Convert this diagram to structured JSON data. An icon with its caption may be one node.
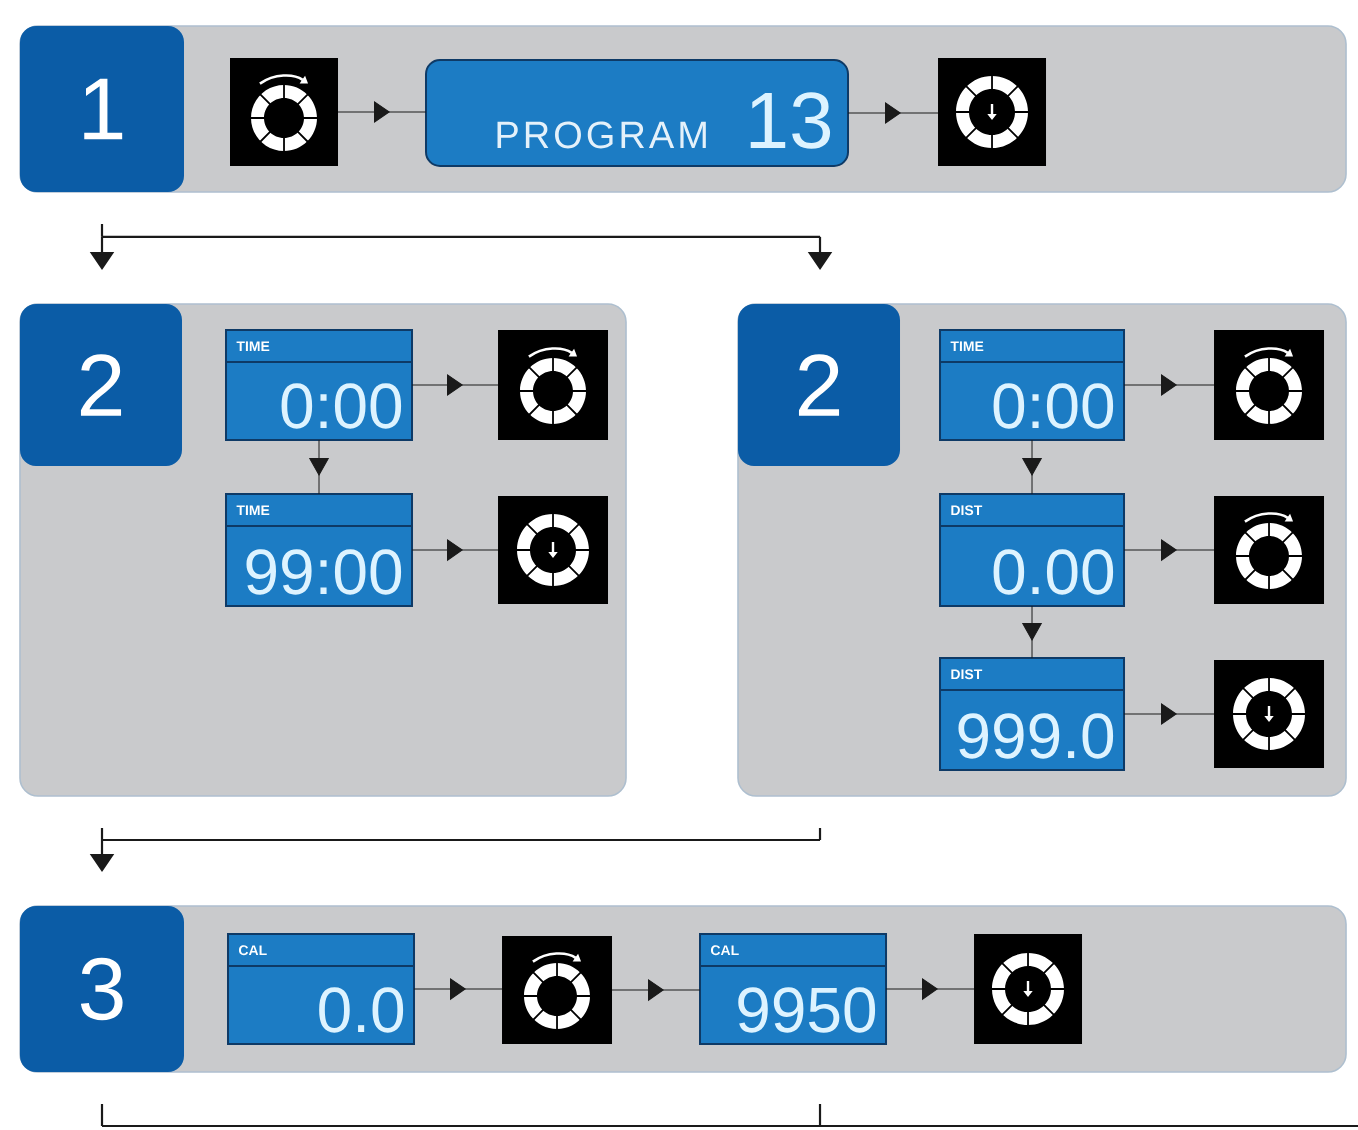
{
  "diagram": {
    "nodes": [
      {
        "text": [],
        "shape": "box"
      },
      {
        "text": [
          "1"
        ],
        "in": 0
      },
      {
        "text": [],
        "shape": "picture",
        "in": 0
      },
      {
        "text": [
          "PROGRAM",
          "13"
        ],
        "in": 0
      },
      {
        "text": [],
        "shape": "picture",
        "in": 0
      },
      {
        "text": [],
        "shape": "box"
      },
      {
        "text": [
          "2"
        ],
        "in": 5
      },
      {
        "text": [
          "TIME",
          "0:00"
        ],
        "in": 5
      },
      {
        "text": [],
        "shape": "picture",
        "in": 5
      },
      {
        "text": [
          "TIME",
          "99:00"
        ],
        "in": 5
      },
      {
        "text": [],
        "shape": "picture",
        "in": 5
      },
      {
        "text": [],
        "shape": "box"
      },
      {
        "text": [
          "2"
        ],
        "in": 11
      },
      {
        "text": [
          "TIME",
          "0:00"
        ],
        "in": 11
      },
      {
        "text": [],
        "shape": "picture",
        "in": 11
      },
      {
        "text": [
          "DIST",
          "0.00"
        ],
        "in": 11
      },
      {
        "text": [],
        "shape": "picture",
        "in": 11
      },
      {
        "text": [
          "DIST",
          "999.0"
        ],
        "in": 11
      },
      {
        "text": [],
        "shape": "picture",
        "in": 11
      },
      {
        "text": [],
        "shape": "box"
      },
      {
        "text": [
          "3"
        ],
        "in": 19
      },
      {
        "text": [
          "CAL",
          "0.0"
        ],
        "in": 19
      },
      {
        "text": [],
        "shape": "picture",
        "in": 19
      },
      {
        "text": [
          "CAL",
          "9950"
        ],
        "in": 19
      },
      {
        "text": [],
        "shape": "picture",
        "in": 19
      }
    ],
    "edges": [
      {
        "from": 0,
        "to": 5,
        "arrow": "to"
      },
      {
        "from": 0,
        "to": 11,
        "arrow": "to"
      },
      {
        "from": 2,
        "to": 3,
        "arrow": "to"
      },
      {
        "from": 3,
        "to": 4,
        "arrow": "to"
      },
      {
        "from": 7,
        "to": 8,
        "arrow": "to"
      },
      {
        "from": 7,
        "to": 9,
        "arrow": "to"
      },
      {
        "from": 9,
        "to": 10,
        "arrow": "to"
      },
      {
        "from": 13,
        "to": 14,
        "arrow": "to"
      },
      {
        "from": 13,
        "to": 15,
        "arrow": "to"
      },
      {
        "from": 15,
        "to": 16,
        "arrow": "to"
      },
      {
        "from": 15,
        "to": 17,
        "arrow": "to"
      },
      {
        "from": 17,
        "to": 18,
        "arrow": "to"
      },
      {
        "from": 5,
        "to": 19,
        "arrow": "to"
      },
      {
        "from": 11,
        "to": 19,
        "arrow": "to"
      },
      {
        "from": 21,
        "to": 22,
        "arrow": "to"
      },
      {
        "from": 22,
        "to": 23,
        "arrow": "to"
      },
      {
        "from": 23,
        "to": 24,
        "arrow": "to"
      },
      {
        "from": 19,
        "to": null,
        "arrow": "none"
      }
    ]
  }
}
